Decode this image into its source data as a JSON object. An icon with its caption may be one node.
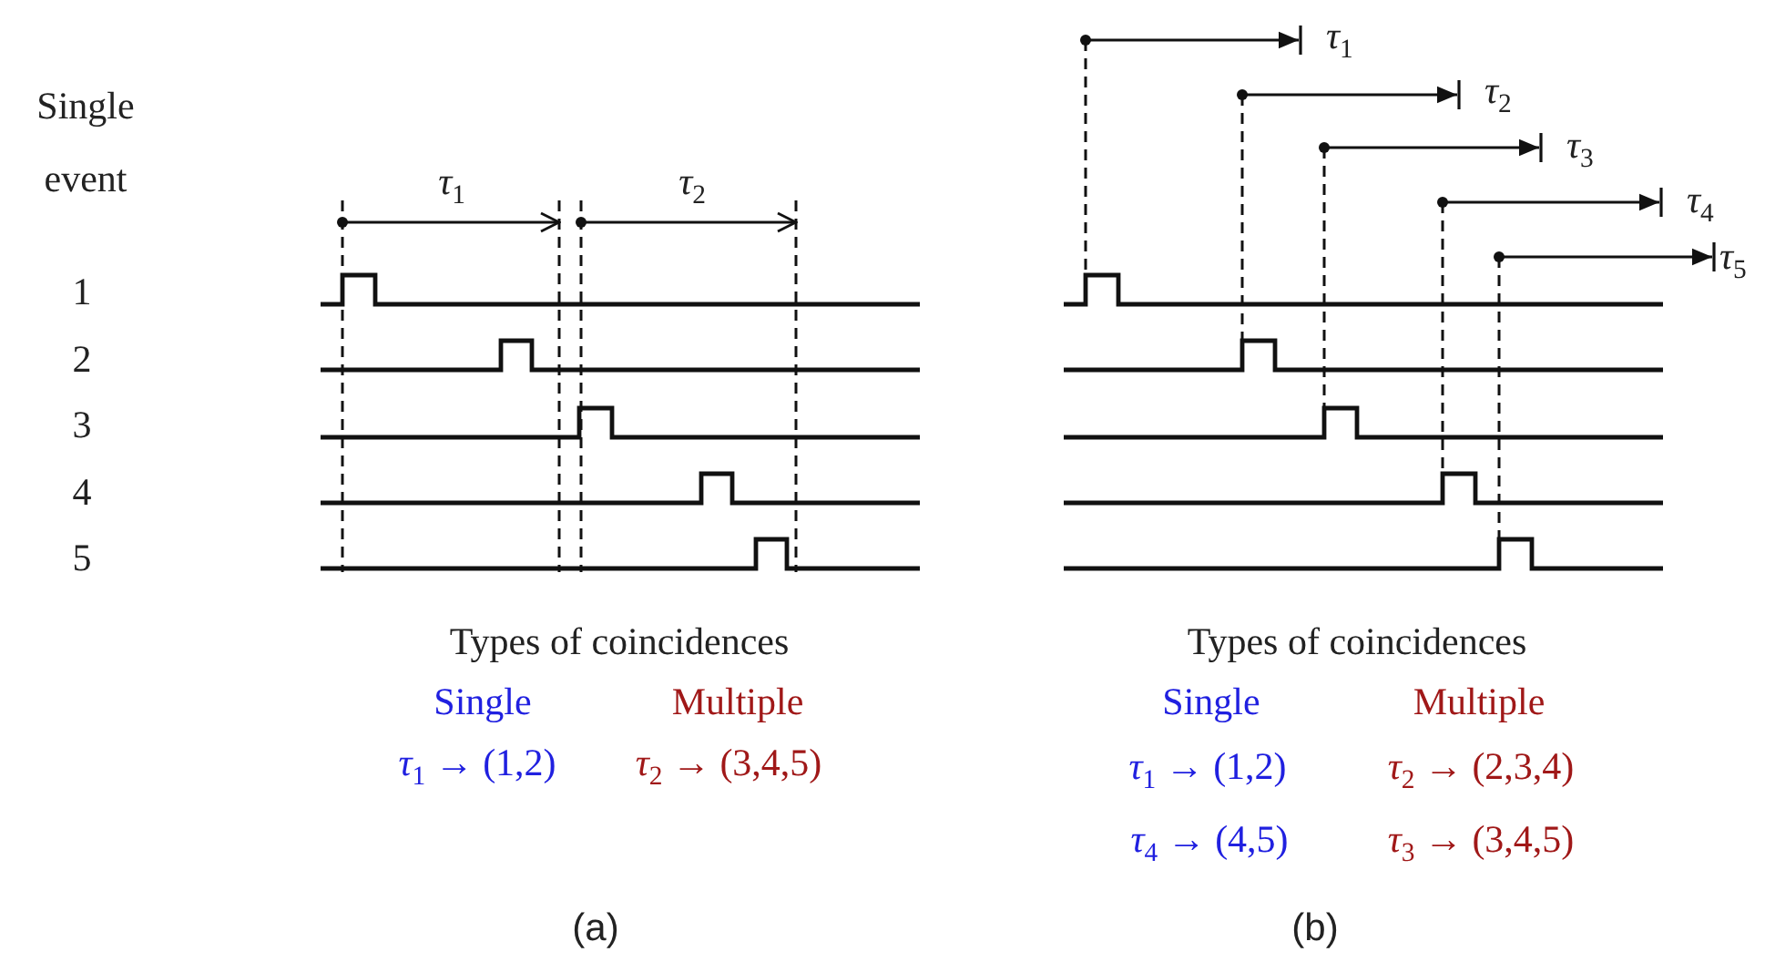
{
  "diagram": {
    "labels": [
      "Single event",
      "*τ*$_{1}$",
      "*τ*$_{2}$",
      "1",
      "2",
      "3",
      "4",
      "5",
      "*τ*$_{1}$",
      "*τ*$_{2}$",
      "*τ*$_{3}$",
      "*τ*$_{4}$",
      "*τ*$_{5}$",
      "Types of coincidences",
      "Single",
      "Multiple",
      "*τ*$_{1}$ → (1,2)",
      "*τ*$_{2}$ → (3,4,5)",
      "Types of coincidences",
      "Single",
      "Multiple",
      "*τ*$_{1}$ → (1,2)",
      "*τ*$_{2}$ → (2,3,4)",
      "*τ*$_{4}$ → (4,5)",
      "*τ*$_{3}$ → (3,4,5)",
      "(a)",
      "(b)"
    ]
  }
}
